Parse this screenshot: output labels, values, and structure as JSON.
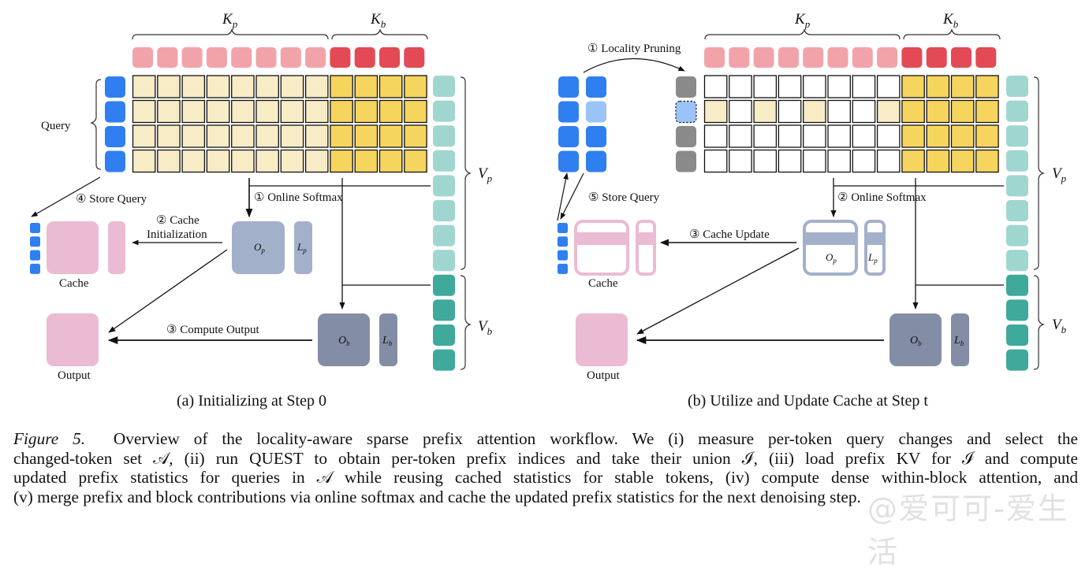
{
  "figure": {
    "panels": [
      {
        "id": "a",
        "subtitle": "(a) Initializing at Step 0",
        "labels": {
          "query": "Query",
          "kp": "K",
          "kp_sub": "p",
          "kb": "K",
          "kb_sub": "b",
          "vp": "V",
          "vp_sub": "p",
          "vb": "V",
          "vb_sub": "b",
          "op": "O",
          "op_sub": "p",
          "lp": "L",
          "lp_sub": "p",
          "ob": "O",
          "ob_sub": "b",
          "lb": "L",
          "lb_sub": "b",
          "cache": "Cache",
          "output": "Output"
        },
        "steps": {
          "online_softmax": "① Online Softmax",
          "cache_init_line1": "② Cache",
          "cache_init_line2": "Initialization",
          "compute_output": "③ Compute Output",
          "store_query": "④ Store Query"
        }
      },
      {
        "id": "b",
        "subtitle": "(b) Utilize and Update Cache at Step t",
        "labels": {
          "kp": "K",
          "kp_sub": "p",
          "kb": "K",
          "kb_sub": "b",
          "vp": "V",
          "vp_sub": "p",
          "vb": "V",
          "vb_sub": "b",
          "op": "O",
          "op_sub": "p",
          "lp": "L",
          "lp_sub": "p",
          "ob": "O",
          "ob_sub": "b",
          "lb": "L",
          "lb_sub": "b",
          "cache": "Cache",
          "output": "Output"
        },
        "steps": {
          "locality_pruning": "① Locality Pruning",
          "online_softmax": "② Online Softmax",
          "cache_update": "③ Cache Update",
          "store_query": "⑤ Store Query"
        },
        "selected_prefix_columns_row2": [
          0,
          2,
          4,
          7
        ],
        "changed_query_row": 1
      }
    ],
    "grid": {
      "prefix_key_count": 8,
      "block_key_count": 4,
      "query_count": 4,
      "prefix_value_count": 8,
      "block_value_count": 4
    },
    "colors": {
      "query": "#2f7ff0",
      "query_light": "#9cc3f7",
      "query_pruned": "#8a8a8a",
      "key_prefix": "#f2a3aa",
      "key_block": "#e34a55",
      "score_prefix": "#f8ecc6",
      "score_block": "#f6d55e",
      "value_prefix": "#a0d6d0",
      "value_block": "#3fa99c",
      "prefix_stats": "#a3b0ca",
      "block_stats": "#838ea6",
      "cache": "#ebbbd3"
    }
  },
  "caption": {
    "label": "Figure 5.",
    "lines": [
      "Overview of the locality-aware sparse prefix attention workflow.  We (i) measure per-token query changes and select the",
      "changed-token set 𝒜, (ii) run QUEST to obtain per-token prefix indices and take their union ℐ, (iii) load prefix KV for ℐ and compute",
      "updated prefix statistics for queries in 𝒜 while reusing cached statistics for stable tokens, (iv) compute dense within-block attention, and",
      "(v) merge prefix and block contributions via online softmax and cache the updated prefix statistics for the next denoising step."
    ]
  },
  "watermark": "@爱可可-爱生活"
}
